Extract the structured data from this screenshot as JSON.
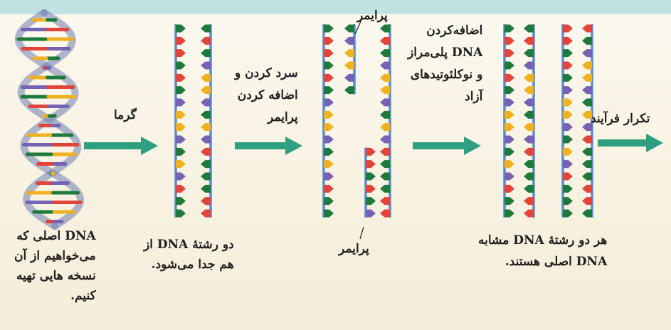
{
  "labels": {
    "original_dna": [
      "DNA اصلی که",
      "می‌خواهیم از آن",
      "نسخه هایی  تهیه",
      "کنیم."
    ],
    "heat": "گرما",
    "separated": [
      "دو رشتهٔ DNA از",
      "هم جدا می‌شود."
    ],
    "cool_add_primer": [
      "سرد کردن و",
      "اضافه کردن",
      "پرایمر"
    ],
    "primer_top": "پرایمر",
    "primer_bottom": "پرایمر",
    "add_polymerase": [
      "اضافه‌کردن",
      "DNA پلی‌مراز",
      "و نوکلئوتیدهای",
      "آزاد"
    ],
    "result": [
      "هر دو رشتهٔ DNA مشابه",
      "DNA اصلی هستند."
    ],
    "repeat": "تکرار فرآیند"
  },
  "colors": {
    "border": "#bfe3e3",
    "arrow": "#2e9f80",
    "backbone": "#5a8fd0",
    "base_green": "#1e7a3c",
    "base_red": "#e0443a",
    "base_yellow": "#efb21e",
    "base_purple": "#7662b4"
  },
  "strand_pattern": [
    "g",
    "r",
    "r",
    "g",
    "r",
    "g",
    "p",
    "y",
    "y",
    "p",
    "g",
    "y",
    "p",
    "r",
    "g",
    "g"
  ]
}
